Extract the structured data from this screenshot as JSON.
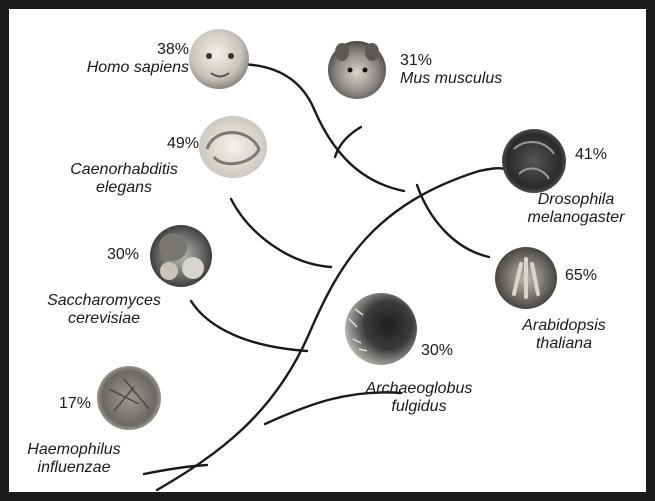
{
  "organisms": [
    {
      "percent": "38%",
      "name_line1": "Homo sapiens",
      "name_line2": "",
      "image": "baby-face"
    },
    {
      "percent": "31%",
      "name_line1": "Mus musculus",
      "name_line2": "",
      "image": "mouse"
    },
    {
      "percent": "49%",
      "name_line1": "Caenorhabditis",
      "name_line2": "elegans",
      "image": "worm"
    },
    {
      "percent": "41%",
      "name_line1": "Drosophila",
      "name_line2": "melanogaster",
      "image": "fly"
    },
    {
      "percent": "30%",
      "name_line1": "Saccharomyces",
      "name_line2": "cerevisiae",
      "image": "yeast-cells"
    },
    {
      "percent": "65%",
      "name_line1": "Arabidopsis",
      "name_line2": "thaliana",
      "image": "flower"
    },
    {
      "percent": "30%",
      "name_line1": "Archaeoglobus",
      "name_line2": "fulgidus",
      "image": "archaea-cell"
    },
    {
      "percent": "17%",
      "name_line1": "Haemophilus",
      "name_line2": "influenzae",
      "image": "bacteria"
    }
  ],
  "colors": {
    "frame": "#1a1a1a",
    "background": "#ffffff",
    "ink": "#1a1a1a"
  }
}
